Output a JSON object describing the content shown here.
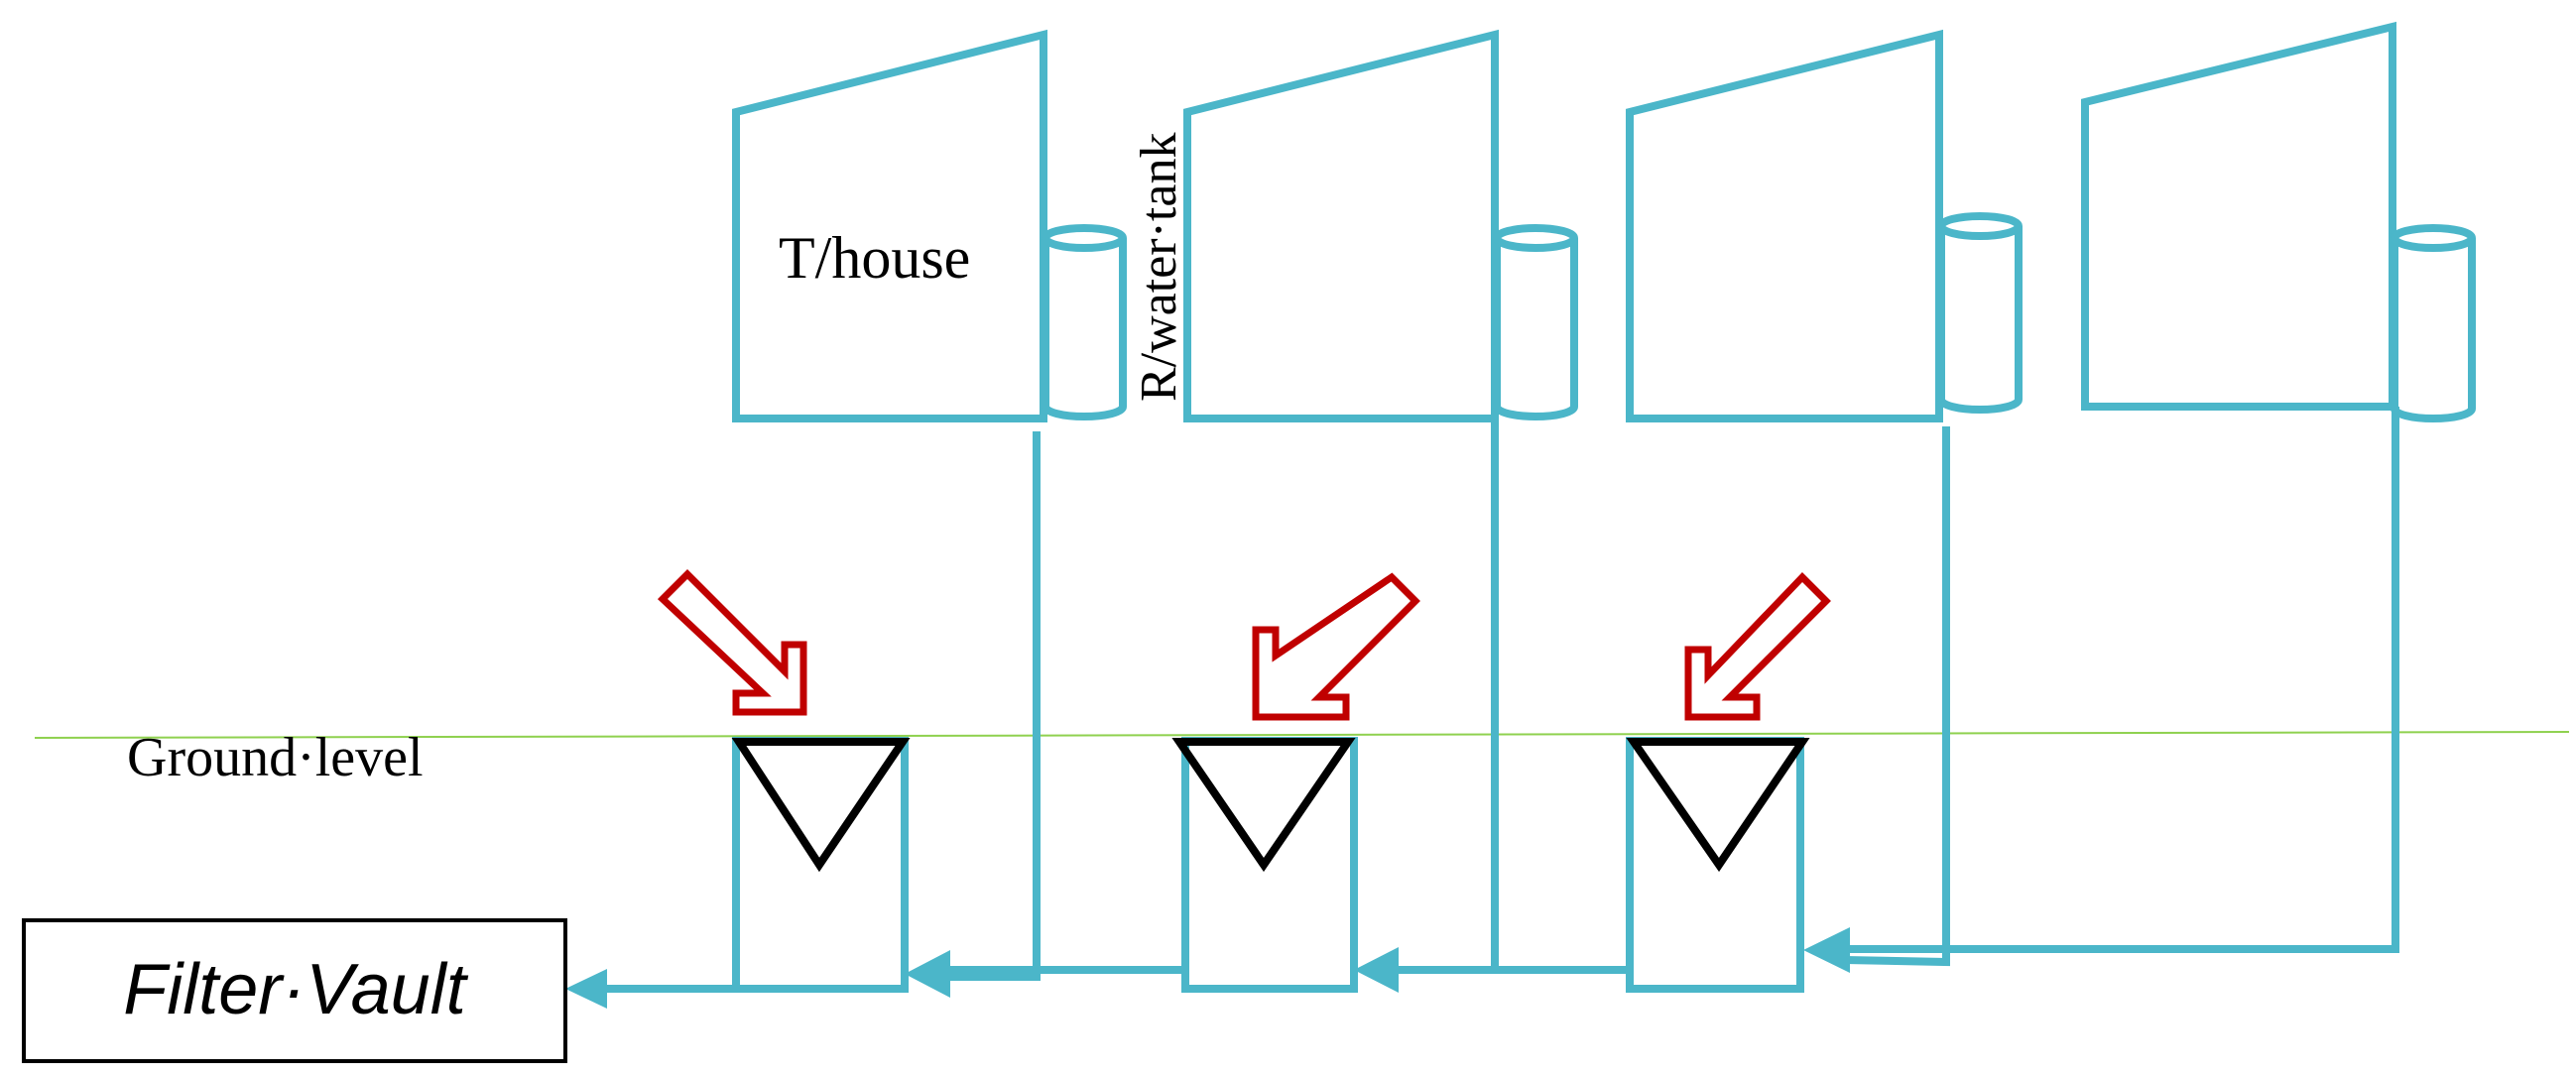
{
  "labels": {
    "house": "T/house",
    "tank": "R/water·tank",
    "ground": "Ground·level",
    "vault": "Filter·Vault"
  },
  "colors": {
    "structure": "#4bb6c9",
    "ground_line": "#8fd14f",
    "inlet_arrow": "#c00000",
    "filter_symbol": "#000000"
  },
  "counts": {
    "houses": 4,
    "filter_pits": 3,
    "inlet_arrows": 3
  }
}
